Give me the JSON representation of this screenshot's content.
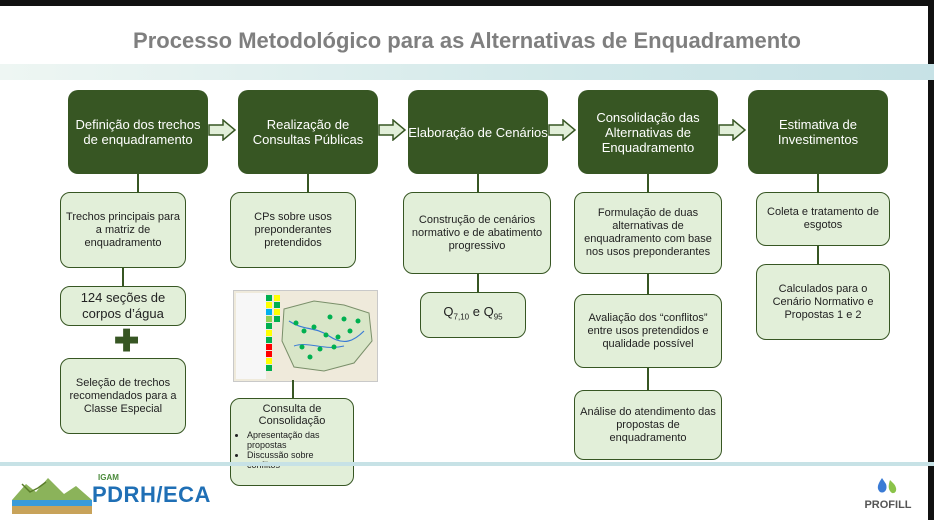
{
  "title": "Processo Metodológico para as Alternativas de Enquadramento",
  "columns": [
    {
      "header": "Definição dos trechos de enquadramento",
      "boxes": [
        "Trechos principais para a matriz de enquadramento",
        "124 seções de corpos d’água",
        "Seleção de trechos recomendados para a Classe Especial"
      ],
      "plus_symbol": "✚"
    },
    {
      "header": "Realização de Consultas Públicas",
      "boxes": [
        "CPs sobre usos preponderantes pretendidos"
      ],
      "consulta": {
        "title": "Consulta de Consolidação",
        "bullets": [
          "Apresentação das propostas",
          "Discussão sobre conflitos"
        ]
      }
    },
    {
      "header": "Elaboração de Cenários",
      "boxes": [
        "Construção de cenários normativo e de abatimento progressivo"
      ],
      "flow_box": {
        "q1": "Q",
        "q1_sub": "7,10",
        "mid": " e ",
        "q2": "Q",
        "q2_sub": "95"
      }
    },
    {
      "header": "Consolidação das Alternativas de Enquadramento",
      "boxes": [
        "Formulação de duas alternativas de enquadramento com base nos usos preponderantes",
        "Avaliação dos “conflitos” entre usos pretendidos e qualidade possível",
        "Análise do atendimento das propostas de enquadramento"
      ]
    },
    {
      "header": "Estimativa de Investimentos",
      "boxes": [
        "Coleta e tratamento de esgotos",
        "Calculados para o Cenário Normativo e Propostas 1 e 2"
      ]
    }
  ],
  "footer": {
    "left_logo_text": "PDRH/ECA",
    "left_logo_small": "IGAM",
    "right_logo_text": "PROFILL"
  },
  "colors": {
    "dark_green": "#375623",
    "light_green": "#e2efd9",
    "title_gray": "#7f7f7f"
  }
}
